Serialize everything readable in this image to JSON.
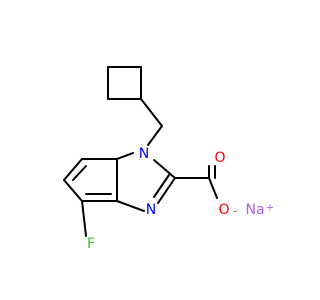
{
  "molecule": {
    "colors": {
      "bond": "#000000",
      "nitrogen": "#0000ff",
      "oxygen": "#ff0000",
      "fluorine": "#33cc33",
      "sodium": "#ab5cf2"
    },
    "atoms": {
      "n1": "N",
      "n3": "N",
      "o_carbonyl": "O",
      "o_anion": "O",
      "o_anion_charge": "-",
      "f": "F",
      "na": "Na",
      "na_charge": "+"
    }
  }
}
